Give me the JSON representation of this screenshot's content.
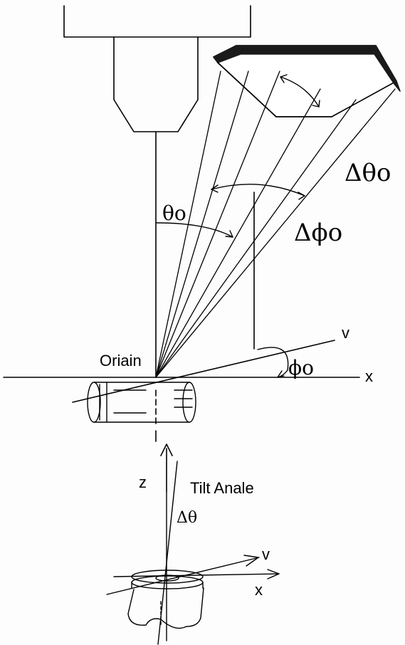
{
  "labels": {
    "delta_theta_o": "Δθo",
    "delta_phi_o": "Δϕo",
    "theta_o": "θo",
    "phi_o": "ϕo",
    "origin": "Oriain",
    "v_axis": "v",
    "x_axis": "x",
    "z_axis": "z",
    "tilt_angle": "Tilt Anale",
    "delta_theta": "Δθ",
    "v_axis_lower": "v",
    "x_axis_lower": "x"
  },
  "colors": {
    "ink": "#000000",
    "detector_fill": "#1a1a1a",
    "background": "#fdfdfd"
  }
}
